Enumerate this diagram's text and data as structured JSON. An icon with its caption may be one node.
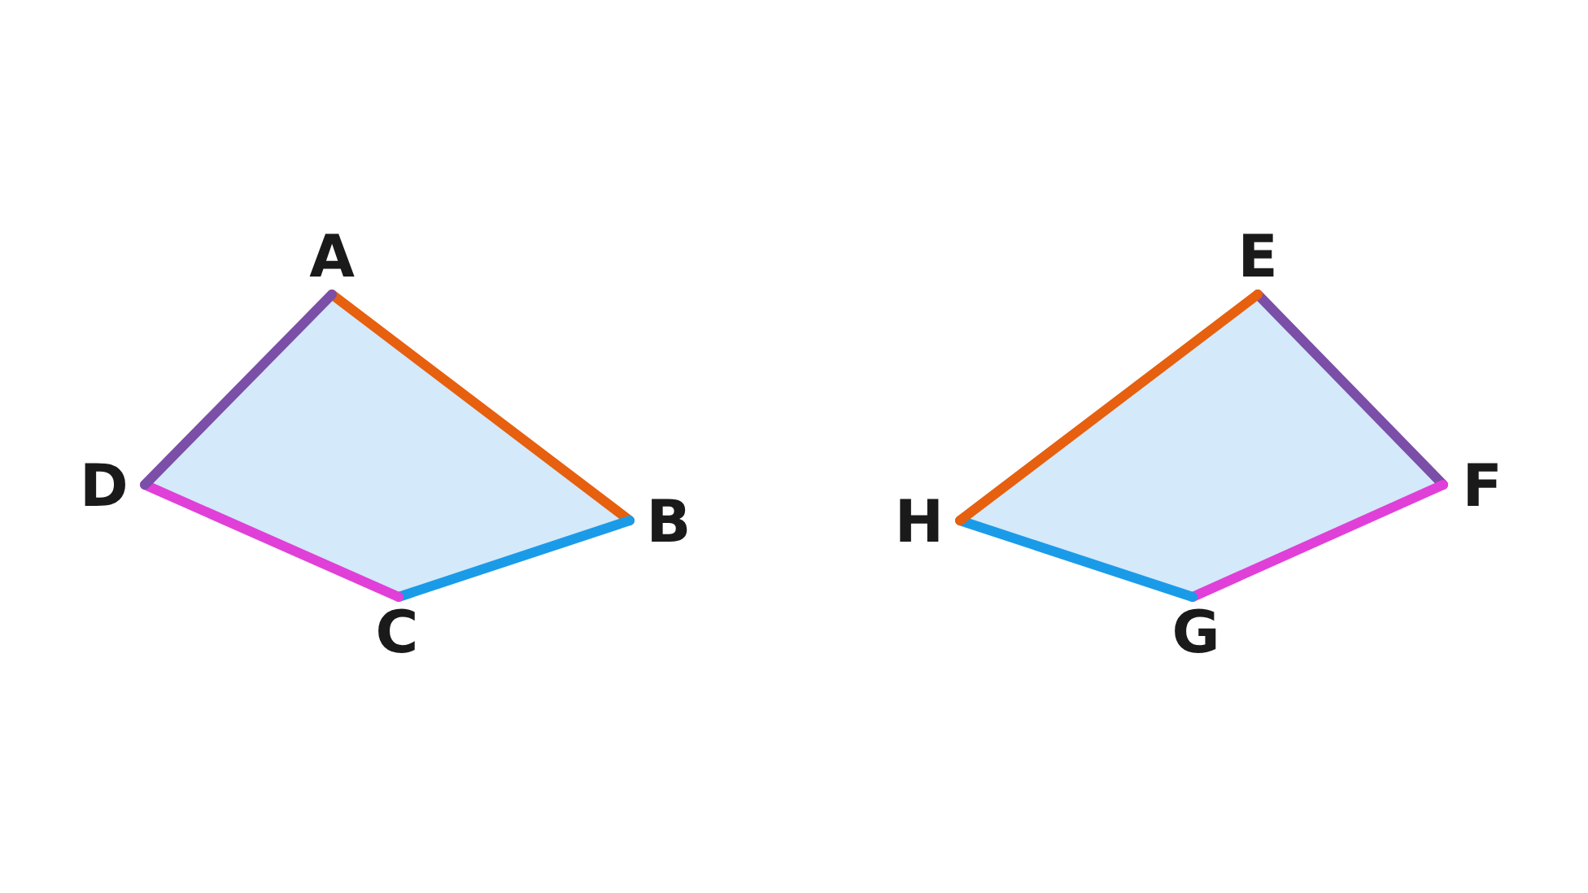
{
  "diagram": {
    "nodes": [
      {
        "text": [
          "A"
        ]
      },
      {
        "text": [
          "B"
        ]
      },
      {
        "text": [
          "C"
        ]
      },
      {
        "text": [
          "D"
        ]
      },
      {
        "text": [
          "E"
        ]
      },
      {
        "text": [
          "F"
        ]
      },
      {
        "text": [
          "G"
        ]
      },
      {
        "text": [
          "H"
        ]
      }
    ],
    "edges": [
      {
        "from": 0,
        "to": 1,
        "arrow": "none",
        "color": "#e6600f"
      },
      {
        "from": 1,
        "to": 2,
        "arrow": "none",
        "color": "#1a9be8"
      },
      {
        "from": 2,
        "to": 3,
        "arrow": "none",
        "color": "#e040d8"
      },
      {
        "from": 3,
        "to": 0,
        "arrow": "none",
        "color": "#7b4ea8"
      },
      {
        "from": 4,
        "to": 5,
        "arrow": "none",
        "color": "#7b4ea8"
      },
      {
        "from": 5,
        "to": 6,
        "arrow": "none",
        "color": "#e040d8"
      },
      {
        "from": 6,
        "to": 7,
        "arrow": "none",
        "color": "#1a9be8"
      },
      {
        "from": 7,
        "to": 4,
        "arrow": "none",
        "color": "#e6600f"
      }
    ]
  }
}
